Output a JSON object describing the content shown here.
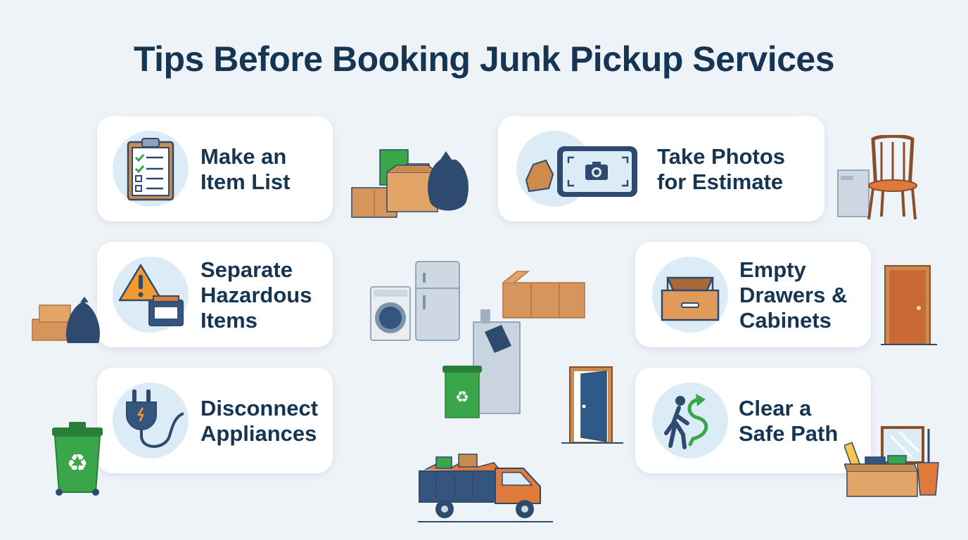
{
  "title": "Tips Before Booking Junk Pickup Services",
  "tips": [
    {
      "lines": [
        "Make an",
        "Item List"
      ],
      "icon": "clipboard-checklist-icon"
    },
    {
      "lines": [
        "Take Photos",
        "for Estimate"
      ],
      "icon": "phone-camera-icon"
    },
    {
      "lines": [
        "Separate",
        "Hazardous",
        "Items"
      ],
      "icon": "warning-hazard-icon"
    },
    {
      "lines": [
        "Empty",
        "Drawers &",
        "Cabinets"
      ],
      "icon": "open-drawer-icon"
    },
    {
      "lines": [
        "Disconnect",
        "Appliances"
      ],
      "icon": "power-plug-icon"
    },
    {
      "lines": [
        "Clear a",
        "Safe Path"
      ],
      "icon": "walking-path-icon"
    }
  ],
  "colors": {
    "background": "#eef3f8",
    "card": "#ffffff",
    "title": "#163553",
    "icon_circle": "#dcecf6",
    "accent_green": "#3aa64a",
    "accent_orange": "#e07a3a",
    "accent_navy": "#2e4a6e"
  }
}
